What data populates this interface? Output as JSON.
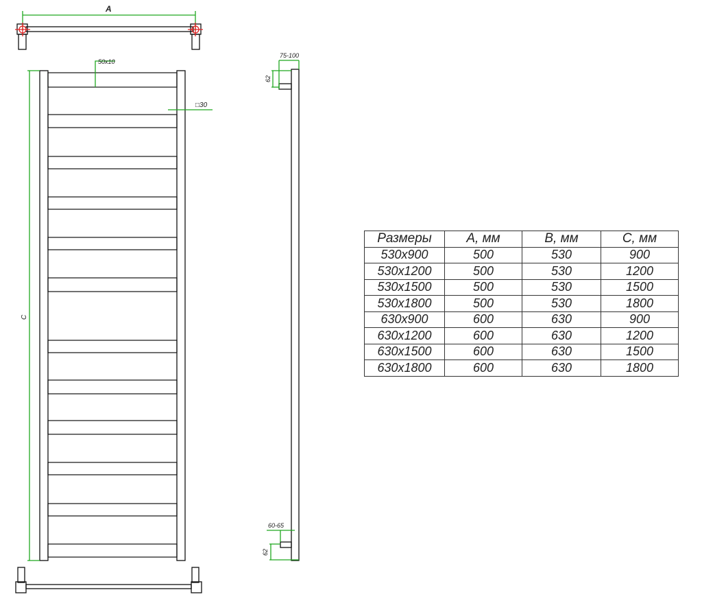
{
  "drawing": {
    "dim_a": "A",
    "dim_c": "C",
    "rung_profile": "50x10",
    "rail_profile": "□30",
    "top_offset": "75-100",
    "top_height": "62",
    "bottom_offset": "60-65",
    "bottom_height": "62",
    "dimension_color": "#1fa81f",
    "center_mark_color": "#e02020"
  },
  "table": {
    "headers": [
      "Размеры",
      "A, мм",
      "B, мм",
      "C, мм"
    ],
    "rows": [
      [
        "530x900",
        "500",
        "530",
        "900"
      ],
      [
        "530x1200",
        "500",
        "530",
        "1200"
      ],
      [
        "530x1500",
        "500",
        "530",
        "1500"
      ],
      [
        "530x1800",
        "500",
        "530",
        "1800"
      ],
      [
        "630x900",
        "600",
        "630",
        "900"
      ],
      [
        "630x1200",
        "600",
        "630",
        "1200"
      ],
      [
        "630x1500",
        "600",
        "630",
        "1500"
      ],
      [
        "630x1800",
        "600",
        "630",
        "1800"
      ]
    ]
  }
}
